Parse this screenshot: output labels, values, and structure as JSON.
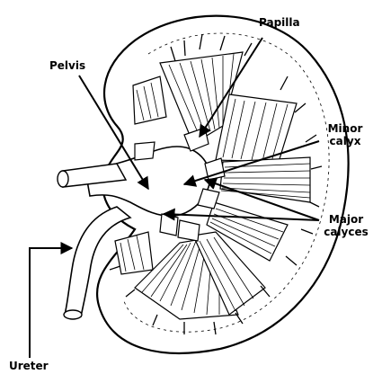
{
  "diagram": {
    "labels": {
      "papilla": "Papilla",
      "pelvis": "Pelvis",
      "minor_calyx_line1": "Minor",
      "minor_calyx_line2": "calyx",
      "major_calyces_line1": "Major",
      "major_calyces_line2": "calyces",
      "ureter": "Ureter"
    },
    "colors": {
      "ink": "#000000",
      "paper": "#ffffff"
    }
  }
}
